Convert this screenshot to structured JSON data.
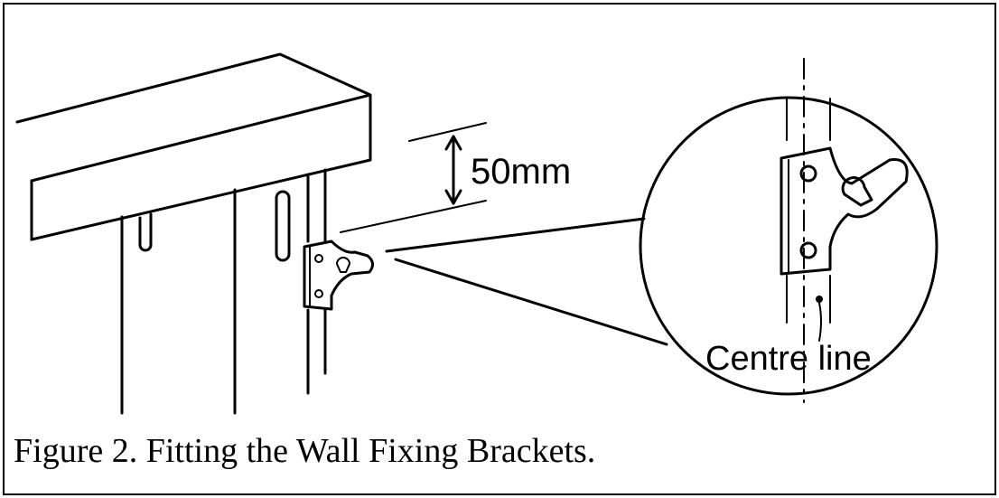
{
  "figure": {
    "dimension_label": "50mm",
    "centre_line_label": "Centre line",
    "caption": "Figure 2. Fitting the Wall Fixing Brackets."
  }
}
